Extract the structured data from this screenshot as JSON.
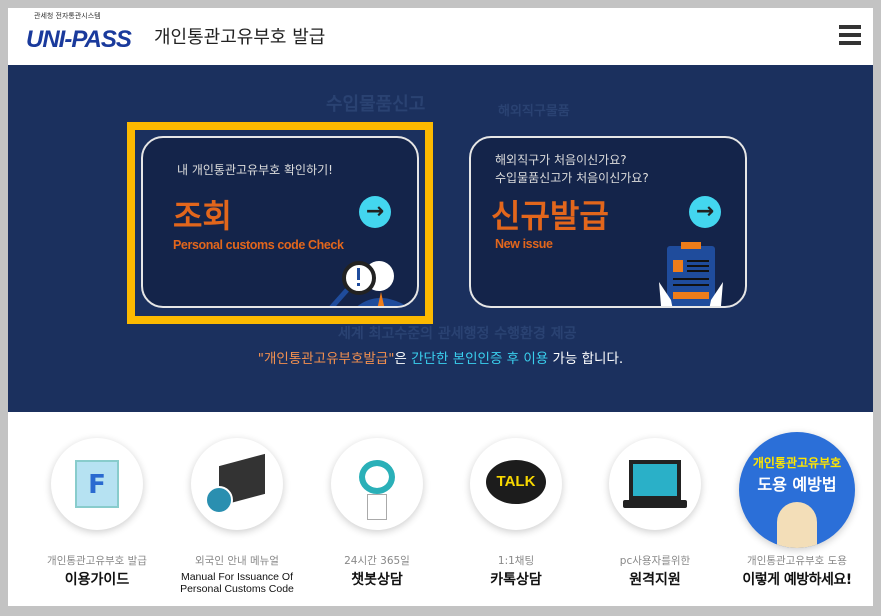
{
  "header": {
    "logo_sub": "관세청 전자통관시스템",
    "logo_main": "UNI-PASS",
    "title": "개인통관고유부호 발급",
    "menu_icon": "hamburger-icon"
  },
  "banner": {
    "watermarks": [
      "수입물품신고",
      "해외직구물품",
      "세계 최고수준의 관세행정 수행환경 제공"
    ],
    "check_card": {
      "subtitle": "내 개인통관고유부호 확인하기!",
      "title": "조회",
      "english": "Personal customs code Check"
    },
    "new_card": {
      "subtitle_1": "해외직구가 처음이신가요?",
      "subtitle_2": "수입물품신고가 처음이신가요?",
      "title": "신규발급",
      "english": "New issue"
    },
    "notice": {
      "part1": "\"개인통관고유부호발급\"",
      "part2": "은 ",
      "part3": "간단한 본인인증 후 이용",
      "part4": " 가능 합니다."
    },
    "colors": {
      "background": "#1b305e",
      "highlight_frame": "#fcb900",
      "accent_orange": "#e2661c",
      "accent_cyan": "#43d6ef"
    }
  },
  "services": [
    {
      "label_small": "개인통관고유부호 발급",
      "label_main": "이용가이드",
      "icon": "faq-cube-icon"
    },
    {
      "label_small": "외국인 안내 메뉴얼",
      "label_main_1": "Manual For Issuance Of",
      "label_main_2": "Personal Customs Code",
      "icon": "manual-book-icon"
    },
    {
      "label_small": "24시간 365일",
      "label_main": "챗봇상담",
      "icon": "chatbot-rabbit-icon"
    },
    {
      "label_small": "1:1채팅",
      "label_main": "카톡상담",
      "icon": "kakaotalk-icon",
      "icon_text": "TALK"
    },
    {
      "label_small": "pc사용자를위한",
      "label_main": "원격지원",
      "icon": "remote-support-icon"
    },
    {
      "label_small": "개인통관고유부호 도용",
      "label_main": "이렇게 예방하세요!",
      "icon": "theft-prevention-icon",
      "icon_text_1": "개인통관고유부호",
      "icon_text_2": "도용 예방법"
    }
  ]
}
